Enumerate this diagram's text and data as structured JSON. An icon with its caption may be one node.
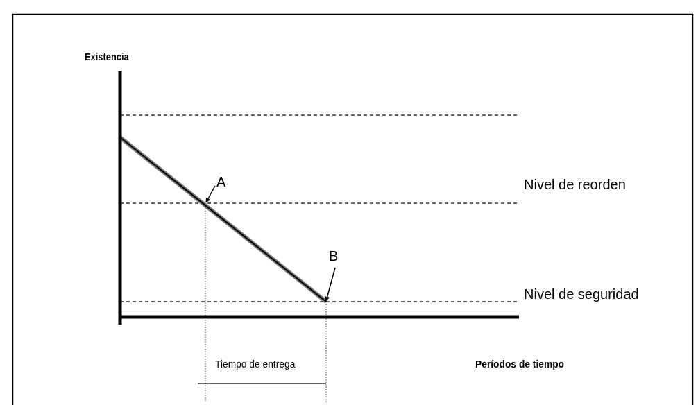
{
  "diagram": {
    "nodes": [
      {
        "text": [
          "A"
        ]
      },
      {
        "text": [
          "B"
        ]
      }
    ],
    "edges": [
      {
        "from": 0,
        "to": null,
        "arrow": "to"
      },
      {
        "from": 1,
        "to": null,
        "arrow": "to"
      }
    ],
    "labels": [
      "Existencia",
      "Nivel de reorden",
      "Nivel de seguridad",
      "Tiempo de entrega",
      "Períodos de tiempo"
    ]
  }
}
